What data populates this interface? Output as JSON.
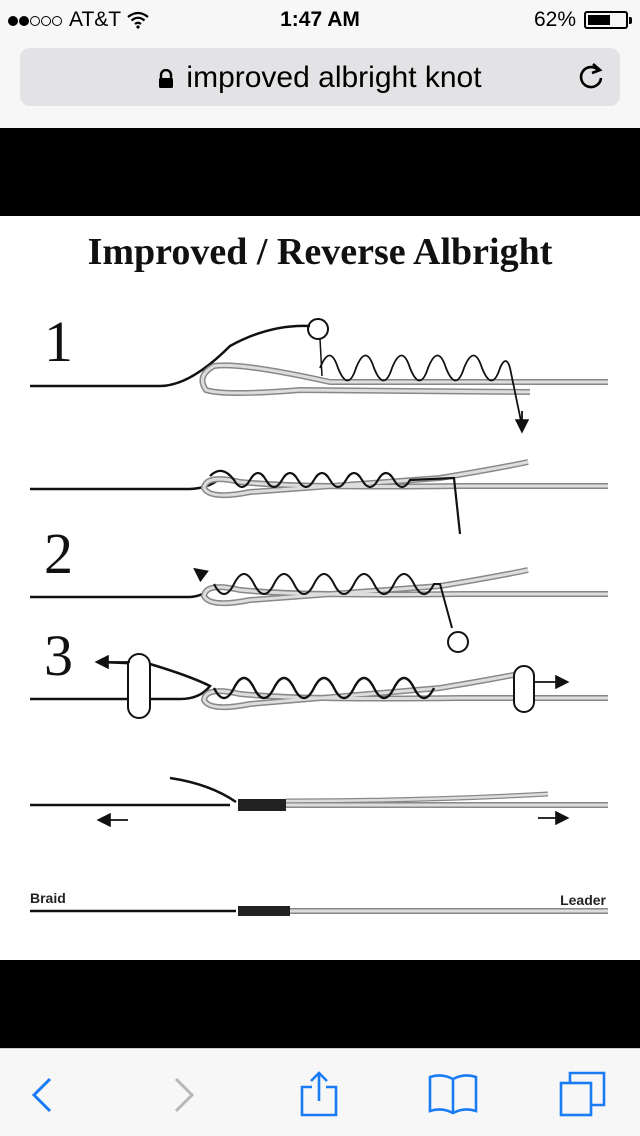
{
  "status_bar": {
    "carrier": "AT&T",
    "signal_bars": 2,
    "time": "1:47 AM",
    "battery_percent": "62%",
    "battery_level": 0.62
  },
  "address_bar": {
    "url_text": "improved albright knot",
    "icons": [
      "lock-icon",
      "reload-icon"
    ]
  },
  "figure": {
    "title": "Improved / Reverse Albright",
    "steps": [
      "1",
      "2",
      "3"
    ],
    "left_label": "Braid",
    "right_label": "Leader"
  },
  "toolbar": {
    "icons": [
      "back-icon",
      "forward-icon",
      "share-icon",
      "bookmarks-icon",
      "tabs-icon"
    ],
    "accent": "#1a7cf5"
  }
}
